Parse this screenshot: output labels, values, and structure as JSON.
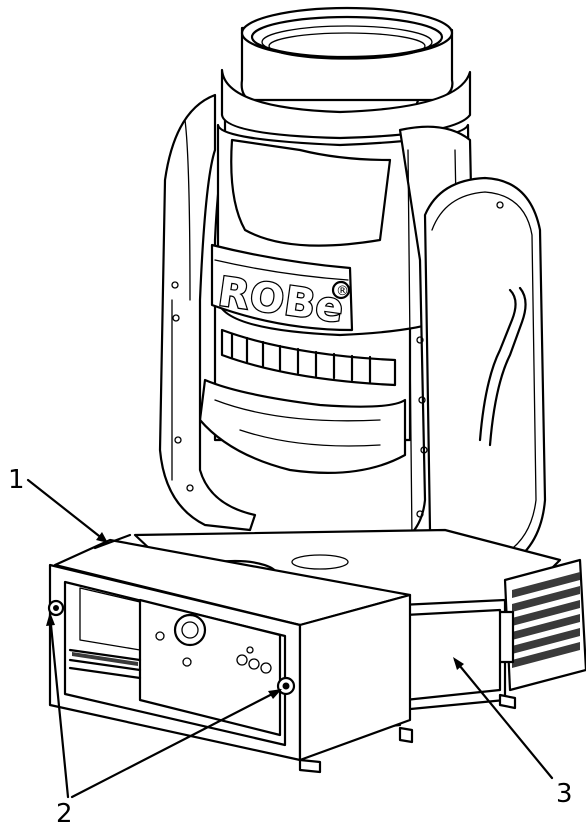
{
  "figure": {
    "brand_logo_text": "ROBe",
    "brand_logo_mark": "®",
    "callouts": [
      {
        "label": "1"
      },
      {
        "label": "2"
      },
      {
        "label": "3"
      }
    ]
  },
  "colors": {
    "line": "#000000",
    "background": "#ffffff",
    "vent_shade": "#3a3a3a"
  }
}
